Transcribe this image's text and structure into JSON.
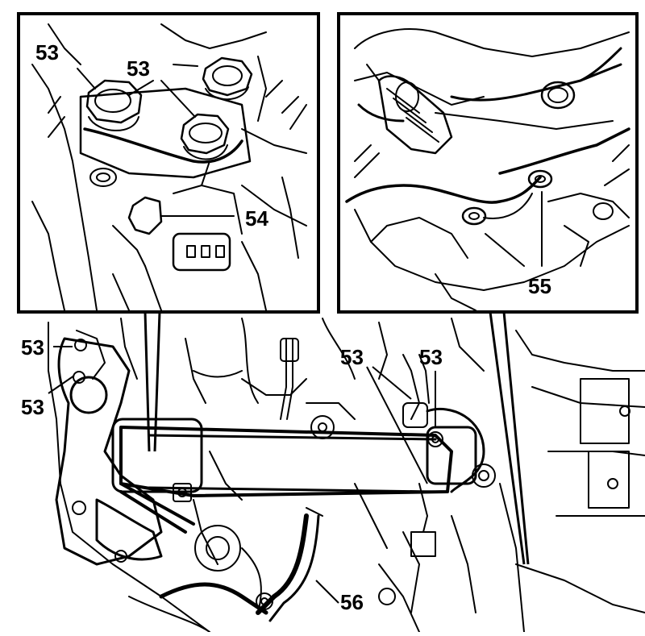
{
  "diagram": {
    "callouts": {
      "inset_left_top_left": "53",
      "inset_left_top_center": "53",
      "inset_left_bottom": "54",
      "inset_right_bottom": "55",
      "main_left_upper": "53",
      "main_left_lower": "53",
      "main_center_left": "53",
      "main_center_right": "53",
      "main_bottom": "56"
    }
  }
}
